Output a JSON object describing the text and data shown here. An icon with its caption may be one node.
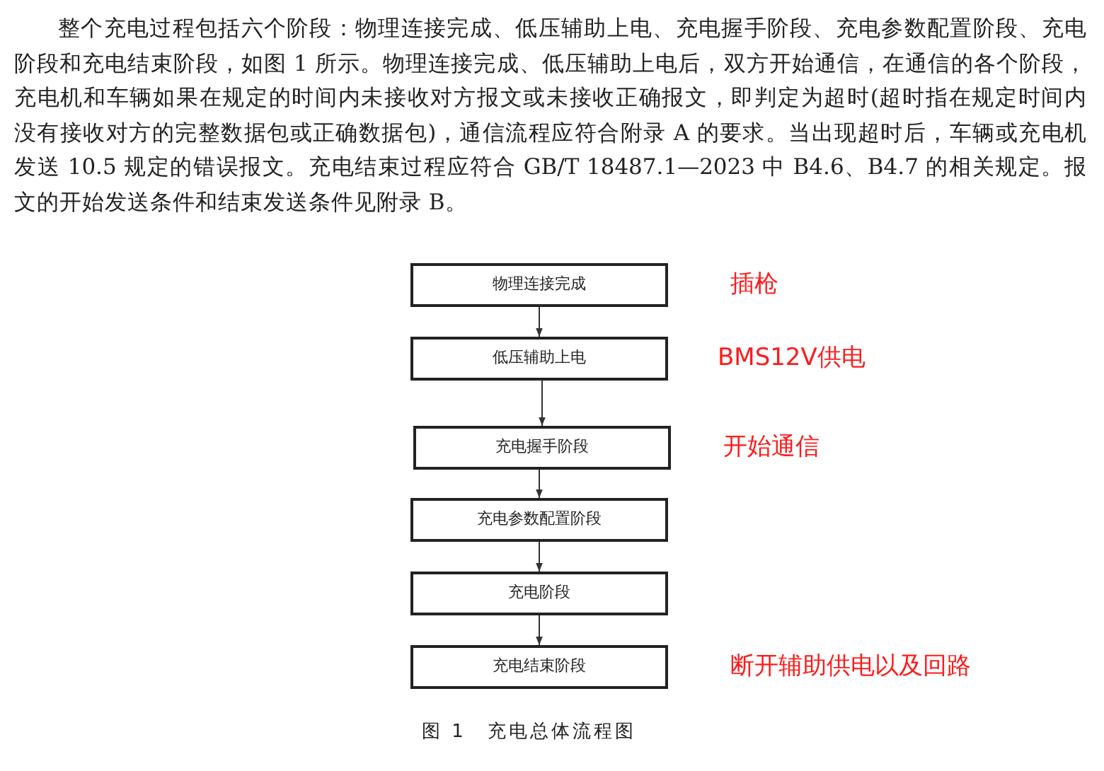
{
  "diagram": {
    "caption": "图 1　充电总体流程图",
    "nodes": [
      {
        "text": [
          "物理连接完成"
        ],
        "beside": [
          "插枪"
        ]
      },
      {
        "text": [
          "低压辅助上电"
        ],
        "beside": [
          "BMS12V供电"
        ]
      },
      {
        "text": [
          "充电握手阶段"
        ],
        "beside": [
          "开始通信"
        ]
      },
      {
        "text": [
          "充电参数配置阶段"
        ]
      },
      {
        "text": [
          "充电阶段"
        ]
      },
      {
        "text": [
          "充电结束阶段"
        ],
        "beside": [
          "断开辅助供电以及回路"
        ]
      }
    ],
    "edges": [
      {
        "from": 0,
        "to": 1,
        "arrow": "to"
      },
      {
        "from": 1,
        "to": 2,
        "arrow": "to"
      },
      {
        "from": 2,
        "to": 3,
        "arrow": "to"
      },
      {
        "from": 3,
        "to": 4,
        "arrow": "to"
      },
      {
        "from": 4,
        "to": 5,
        "arrow": "to"
      }
    ],
    "labels": [
      "整个充电过程包括六个阶段：物理连接完成、低压辅助上电、充电握手阶段、充电参数配置阶段、充电阶段和充电结束阶段，如图 1 所示。物理连接完成、低压辅助上电后，双方开始通信，在通信的各个阶段，充电机和车辆如果在规定的时间内未接收对方报文或未接收正确报文，即判定为超时(超时指在规定时间内没有接收对方的完整数据包或正确数据包)，通信流程应符合附录 A 的要求。当出现超时后，车辆或充电机发送 10.5 规定的错误报文。充电结束过程应符合 GB/T 18487.1—2023 中 B4.6、B4.7 的相关规定。报文的开始发送条件和结束发送条件见附录 B。"
    ]
  }
}
